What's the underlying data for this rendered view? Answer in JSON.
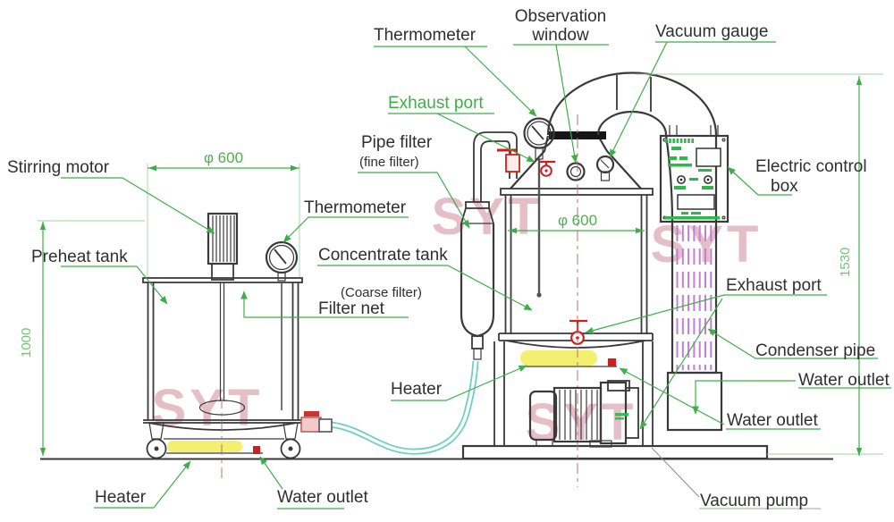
{
  "watermark": "SYT",
  "colors": {
    "annotation_green": "#3fae4a",
    "light_green": "#9ed49e",
    "valve_red": "#cc2020",
    "heater_yellow": "#f3ef6f",
    "hose_cyan": "#6fcfc8",
    "condenser_violet": "#c27fd4",
    "watermark_pink": "#cf7f97",
    "line_color": "#3a3a3a"
  },
  "labels": {
    "stirring_motor": "Stirring motor",
    "preheat_tank": "Preheat tank",
    "thermometer_left": "Thermometer",
    "thermometer_top": "Thermometer",
    "observation_window_line1": "Observation",
    "observation_window_line2": "window",
    "vacuum_gauge": "Vacuum gauge",
    "exhaust_port_top": "Exhaust port",
    "pipe_filter_line1": "Pipe filter",
    "pipe_filter_line2": "(fine filter)",
    "concentrate_tank": "Concentrate tank",
    "coarse_filter": "(Coarse filter)",
    "filter_net": "Filter net",
    "electric_control_line1": "Electric control",
    "electric_control_line2": "box",
    "exhaust_port_right": "Exhaust port",
    "condenser_pipe": "Condenser pipe",
    "water_outlet_right_upper": "Water outlet",
    "water_outlet_right_lower": "Water outlet",
    "heater_middle": "Heater",
    "heater_bottom_left": "Heater",
    "water_outlet_bottom": "Water outlet",
    "vacuum_pump": "Vacuum pump"
  },
  "dimensions": {
    "preheat_tank_diameter": "φ 600",
    "concentrate_tank_diameter": "φ 600",
    "preheat_tank_height": "1000",
    "overall_height": "1530"
  }
}
